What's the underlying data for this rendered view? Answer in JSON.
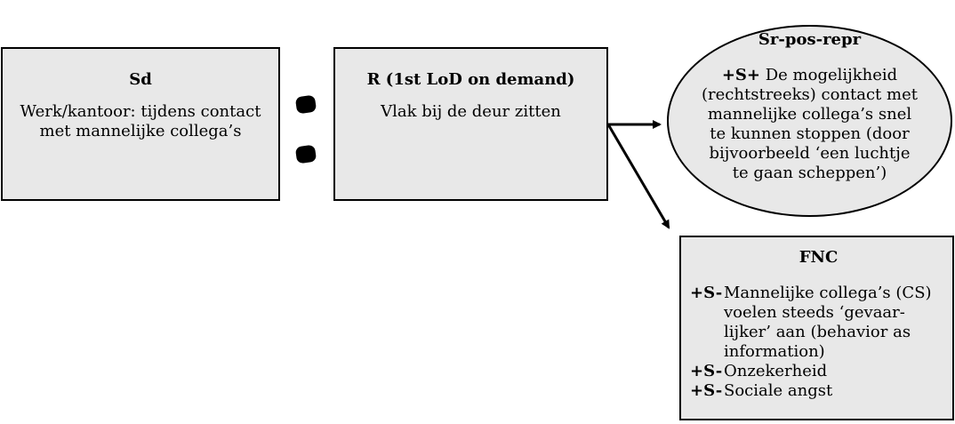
{
  "sd": {
    "title": "Sd",
    "text": "Werk/kantoor: tijdens contact met mannelijke collega’s"
  },
  "response": {
    "title": "R (1st LoD on demand)",
    "text": "Vlak bij de deur zitten"
  },
  "sr_pos_repr": {
    "title": "Sr-pos-repr",
    "prefix": "+S+",
    "text": " De mogelijkheid (rechtstreeks) contact met mannelijke collega’s snel te kunnen stoppen (door bijvoorbeeld ‘een luchtje te gaan scheppen’)"
  },
  "fnc": {
    "title": "FNC",
    "items": [
      {
        "prefix": "+S-",
        "text": "Mannelijke collega’s (CS) voelen steeds ‘gevaar- lijker’ aan (behavior as information)"
      },
      {
        "prefix": "+S-",
        "text": "Onzekerheid"
      },
      {
        "prefix": "+S-",
        "text": "Sociale angst"
      }
    ]
  }
}
